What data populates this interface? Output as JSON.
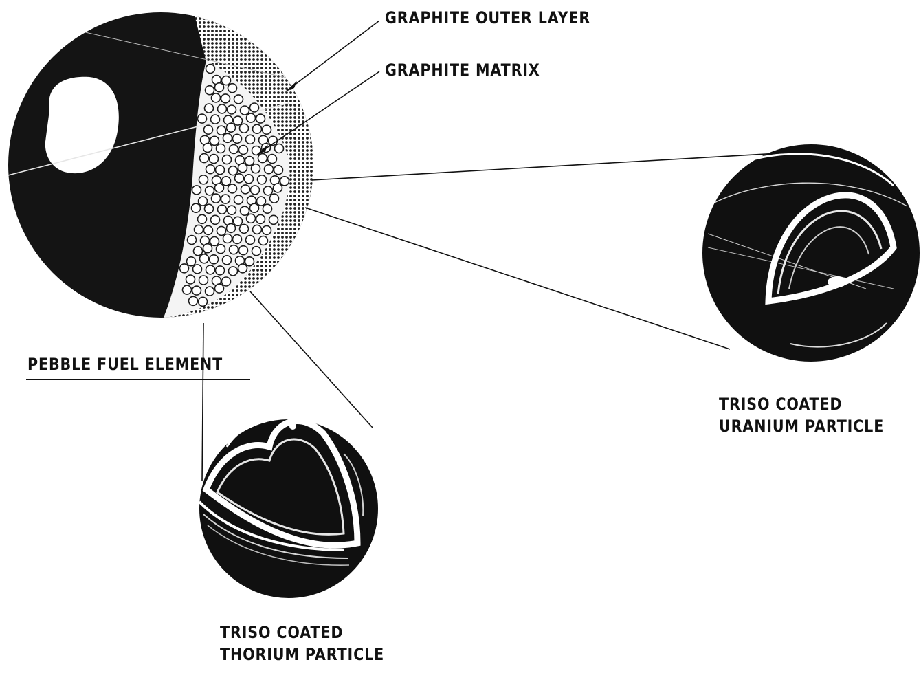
{
  "labels": {
    "graphite_outer_layer": "GRAPHITE OUTER LAYER",
    "graphite_matrix": "GRAPHITE MATRIX",
    "pebble_fuel_element": "PEBBLE FUEL ELEMENT",
    "uranium_particle": [
      "TRISO COATED",
      "URANIUM PARTICLE"
    ],
    "thorium_particle": [
      "TRISO COATED",
      "THORIUM PARTICLE"
    ]
  },
  "colors": {
    "ink": "#111111",
    "paper": "#ffffff",
    "matrix_fill": "#f4f4f4",
    "dotted_outer_layer": "#6a6a6a"
  }
}
